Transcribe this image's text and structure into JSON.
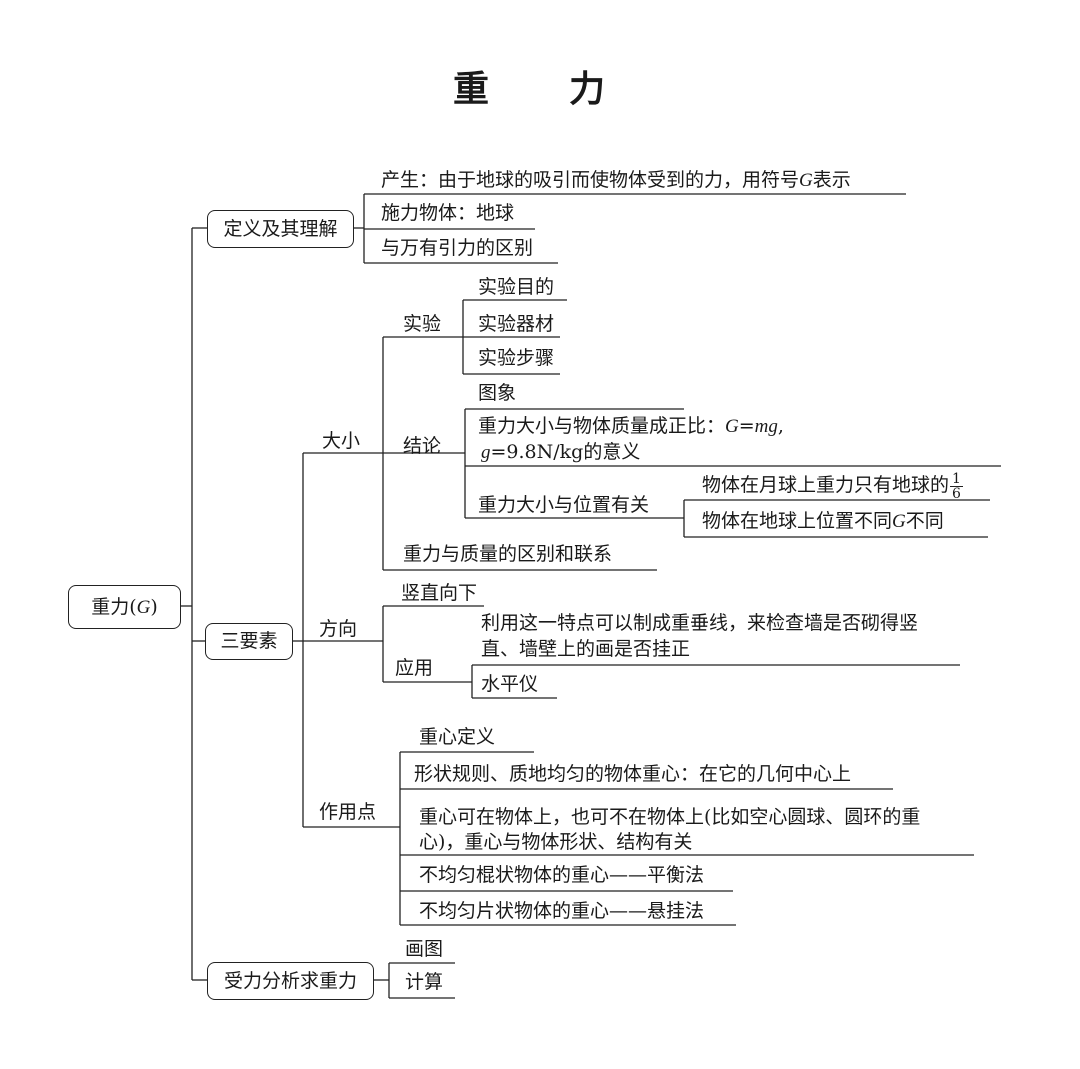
{
  "title": "重　力",
  "root": {
    "prefix": "重力(",
    "symbol": "G",
    "suffix": ")"
  },
  "definition": {
    "label": "定义及其理解",
    "origin": {
      "prefix": "产生：由于地球的吸引而使物体受到的力，用符号",
      "symbol": "G",
      "suffix": "表示"
    },
    "source": "施力物体：地球",
    "difference": "与万有引力的区别"
  },
  "three_elements": {
    "label": "三要素",
    "magnitude": {
      "label": "大小",
      "experiment": {
        "label": "实验",
        "items": [
          "实验目的",
          "实验器材",
          "实验步骤"
        ]
      },
      "conclusion": {
        "label": "结论",
        "graph": "图象",
        "proportional": {
          "text1": "重力大小与物体质量成正比：",
          "formula_G": "G",
          "formula_eq": "=",
          "formula_mg": "mg",
          "comma": ",",
          "g_sym": "g",
          "g_val": "=9.8N/kg的意义"
        },
        "position": {
          "label": "重力大小与位置有关",
          "moon": {
            "text": "物体在月球上重力只有地球的",
            "num": "1",
            "den": "6"
          },
          "earth": {
            "prefix": "物体在地球上位置不同",
            "symbol": "G",
            "suffix": "不同"
          }
        }
      },
      "mass_relation": "重力与质量的区别和联系"
    },
    "direction": {
      "label": "方向",
      "vertical": "竖直向下",
      "application": {
        "label": "应用",
        "plumb_line1": "利用这一特点可以制成重垂线，来检查墙是否砌得竖",
        "plumb_line2": "直、墙壁上的画是否挂正",
        "level": "水平仪"
      }
    },
    "point": {
      "label": "作用点",
      "definition": "重心定义",
      "regular": "形状规则、质地均匀的物体重心：在它的几何中心上",
      "location1": "重心可在物体上，也可不在物体上(比如空心圆球、圆环的重",
      "location2": "心)，重心与物体形状、结构有关",
      "rod": "不均匀棍状物体的重心——平衡法",
      "plate": "不均匀片状物体的重心——悬挂法"
    }
  },
  "force_analysis": {
    "label": "受力分析求重力",
    "items": [
      "画图",
      "计算"
    ]
  }
}
